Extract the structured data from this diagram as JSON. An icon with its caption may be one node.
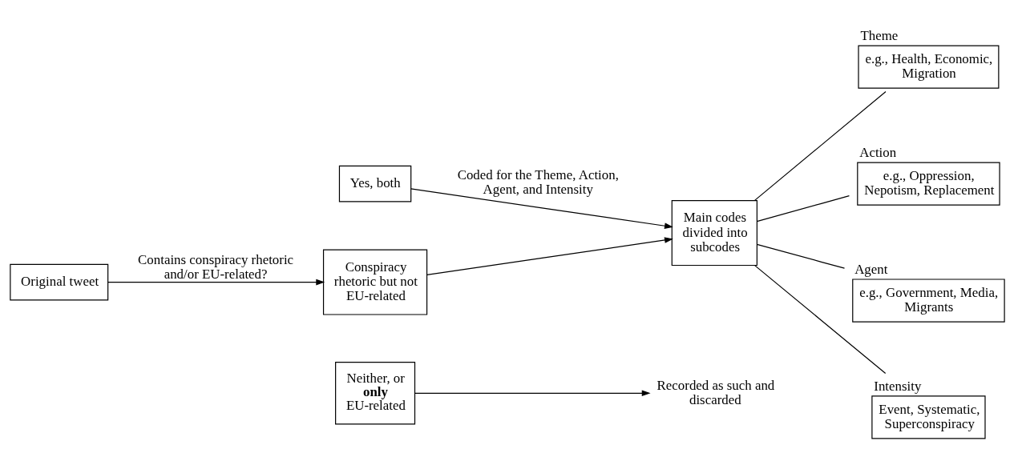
{
  "diagram": {
    "nodes": [
      {
        "text": [
          "Original tweet"
        ]
      },
      {
        "text": [
          "Yes, both"
        ]
      },
      {
        "text": [
          "Conspiracy rhetoric but not EU-related"
        ]
      },
      {
        "text": [
          "Neither, or **only** EU-related"
        ]
      },
      {
        "text": [
          "Main codes divided into subcodes"
        ]
      },
      {
        "text": [
          "Theme",
          "e.g., Health, Economic, Migration"
        ]
      },
      {
        "text": [
          "Action",
          "e.g., Oppression, Nepotism, Replacement"
        ]
      },
      {
        "text": [
          "Agent",
          "e.g., Government, Media, Migrants"
        ]
      },
      {
        "text": [
          "Intensity",
          "Event, Systematic, Superconspiracy"
        ]
      },
      {
        "text": [
          "Recorded as such and discarded"
        ]
      }
    ],
    "edges": [
      {
        "from": 0,
        "to": 2,
        "arrow": "to",
        "label": "Contains conspiracy rhetoric and/or EU-related?"
      },
      {
        "from": 1,
        "to": 4,
        "arrow": "to",
        "label": "Coded for the Theme, Action, Agent, and Intensity"
      },
      {
        "from": 2,
        "to": 4,
        "arrow": "to"
      },
      {
        "from": 4,
        "to": 5,
        "arrow": "none"
      },
      {
        "from": 4,
        "to": 6,
        "arrow": "none"
      },
      {
        "from": 4,
        "to": 7,
        "arrow": "none"
      },
      {
        "from": 4,
        "to": 8,
        "arrow": "none"
      },
      {
        "from": 3,
        "to": 9,
        "arrow": "to"
      }
    ]
  }
}
